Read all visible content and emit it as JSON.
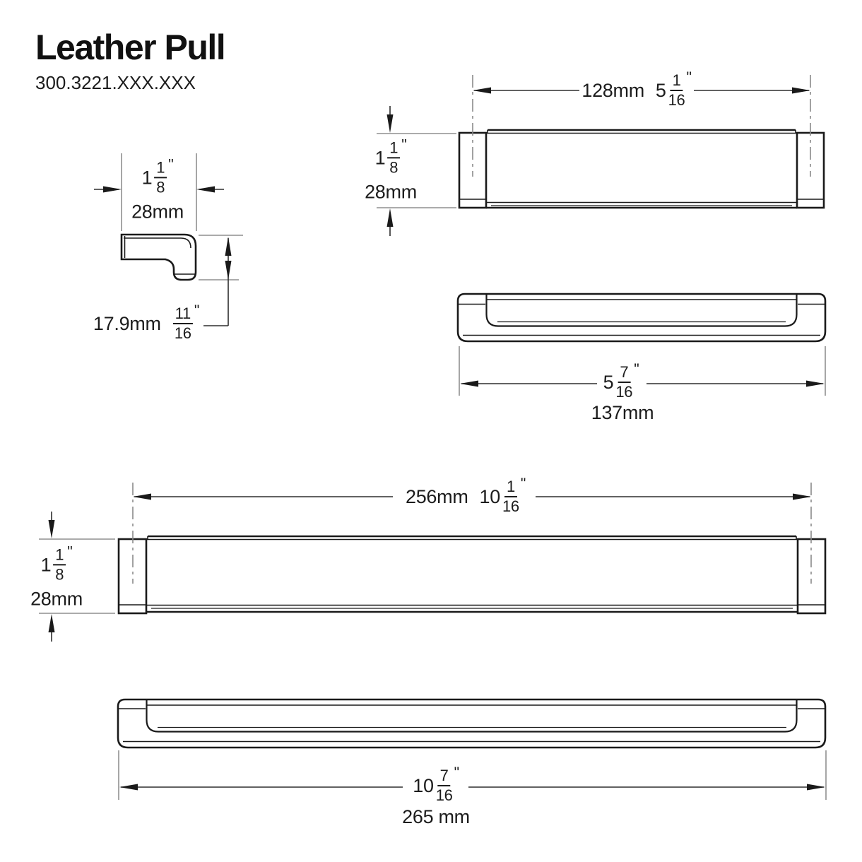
{
  "title": "Leather Pull",
  "part_number": "300.3221.XXX.XXX",
  "units": {
    "inch_mark": "\""
  },
  "profile_view": {
    "width": {
      "mm": "28mm",
      "in_whole": "1",
      "in_num": "1",
      "in_den": "8"
    },
    "thickness": {
      "mm": "17.9mm",
      "in_num": "11",
      "in_den": "16"
    }
  },
  "small_pull": {
    "front_center_to_center": {
      "mm": "128mm",
      "in_whole": "5",
      "in_num": "1",
      "in_den": "16"
    },
    "front_height": {
      "mm": "28mm",
      "in_whole": "1",
      "in_num": "1",
      "in_den": "8"
    },
    "top_overall_length": {
      "mm": "137mm",
      "in_whole": "5",
      "in_num": "7",
      "in_den": "16"
    }
  },
  "large_pull": {
    "front_center_to_center": {
      "mm": "256mm",
      "in_whole": "10",
      "in_num": "1",
      "in_den": "16"
    },
    "front_height": {
      "mm": "28mm",
      "in_whole": "1",
      "in_num": "1",
      "in_den": "8"
    },
    "top_overall_length": {
      "mm": "265 mm",
      "in_whole": "10",
      "in_num": "7",
      "in_den": "16"
    }
  }
}
